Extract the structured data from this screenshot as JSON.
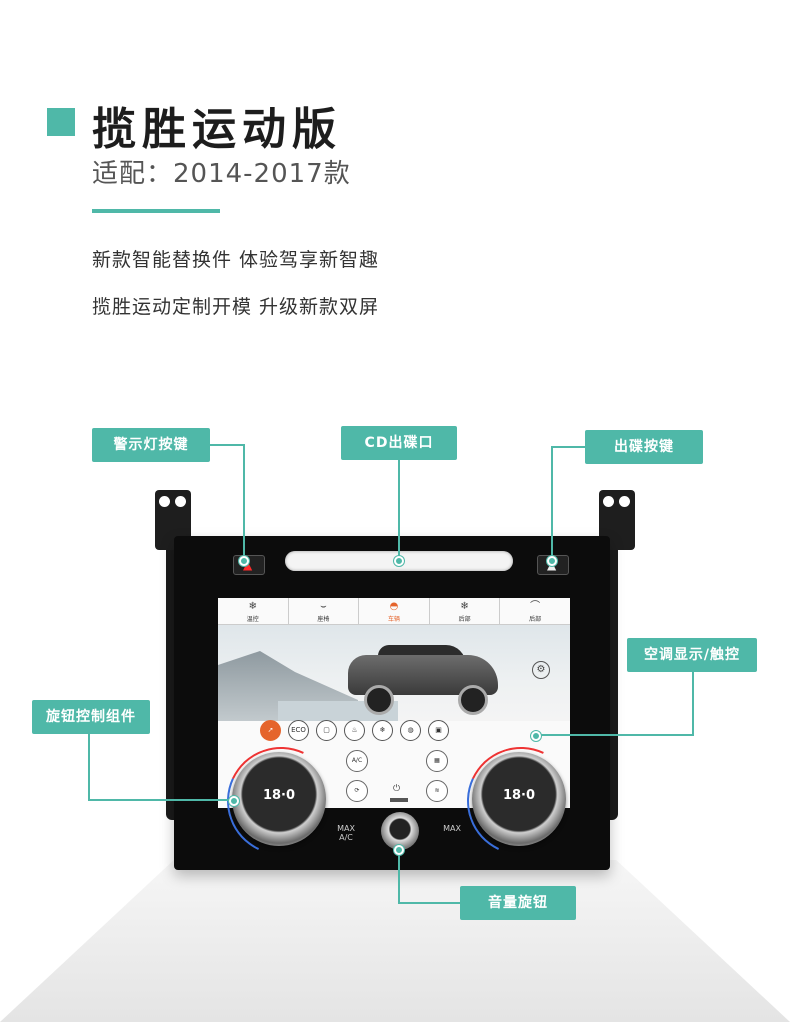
{
  "header": {
    "title": "揽胜运动版",
    "subtitle": "适配：2014-2017款",
    "line1": "新款智能替换件 体验驾享新智趣",
    "line2": "揽胜运动定制开模 升级新款双屏"
  },
  "callouts": {
    "hazard": "警示灯按键",
    "cd_slot": "CD出碟口",
    "eject": "出碟按键",
    "ac_display": "空调显示/触控",
    "knob_control": "旋钮控制组件",
    "volume_knob": "音量旋钮"
  },
  "screen": {
    "tabs": [
      {
        "label": "温控",
        "icon": "climate-icon"
      },
      {
        "label": "座椅",
        "icon": "seat-icon"
      },
      {
        "label": "车辆",
        "icon": "car-icon"
      },
      {
        "label": "后部",
        "icon": "rear-icon"
      },
      {
        "label": "后部",
        "icon": "rear-vent-icon"
      }
    ],
    "active_tab": 2,
    "modes": [
      {
        "label": "",
        "icon": "auto-mode-icon"
      },
      {
        "label": "ECO",
        "icon": "eco-icon"
      },
      {
        "label": "",
        "icon": "seat-mode-icon"
      },
      {
        "label": "",
        "icon": "seat-heat-icon"
      },
      {
        "label": "",
        "icon": "seat-cool-icon"
      },
      {
        "label": "",
        "icon": "steering-heat-icon"
      },
      {
        "label": "",
        "icon": "seat-massage-icon"
      }
    ],
    "ac_label": "A/C",
    "temp_left": "18·0",
    "temp_right": "18·0"
  },
  "panel": {
    "max_ac": "MAX\nA/C",
    "max_defrost": "MAX"
  },
  "colors": {
    "accent": "#4fb8a8",
    "active": "#e5642c",
    "hazard": "#ff2b2b"
  }
}
